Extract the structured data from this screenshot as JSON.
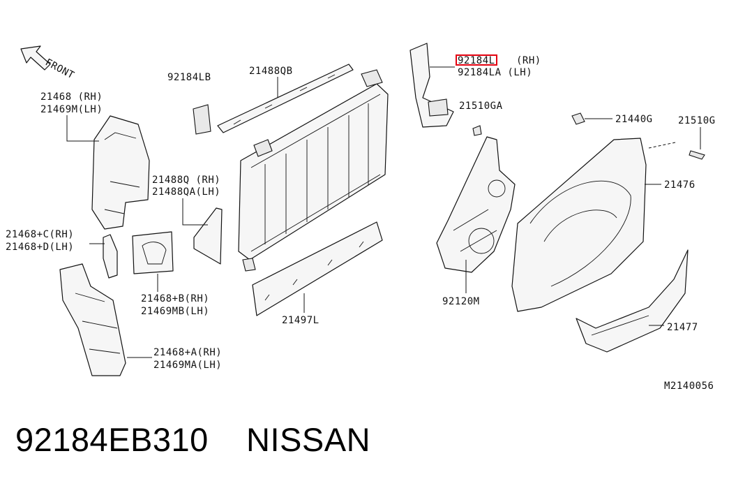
{
  "diagram": {
    "direction_label": "FRONT",
    "highlight_color": "#e3000f",
    "callouts": {
      "c92184L": "92184L",
      "c92184L_side": "(RH)",
      "c92184LA": "92184LA (LH)",
      "c92184LB": "92184LB",
      "c21488QB": "21488QB",
      "c21468_rh": "21468 (RH)",
      "c21469M_lh": "21469M(LH)",
      "c21488Q_rh": "21488Q (RH)",
      "c21488QA_lh": "21488QA(LH)",
      "c21468C_rh": "21468+C(RH)",
      "c21468D_lh": "21468+D(LH)",
      "c21468B_rh": "21468+B(RH)",
      "c21469MB_lh": "21469MB(LH)",
      "c21468A_rh": "21468+A(RH)",
      "c21469MA_lh": "21469MA(LH)",
      "c21497L": "21497L",
      "c21510GA": "21510GA",
      "c92120M": "92120M",
      "c21440G": "21440G",
      "c21510G": "21510G",
      "c21476": "21476",
      "c21477": "21477"
    },
    "figure_id": "M2140056"
  },
  "caption": {
    "part_number": "92184EB310",
    "brand": "NISSAN"
  }
}
